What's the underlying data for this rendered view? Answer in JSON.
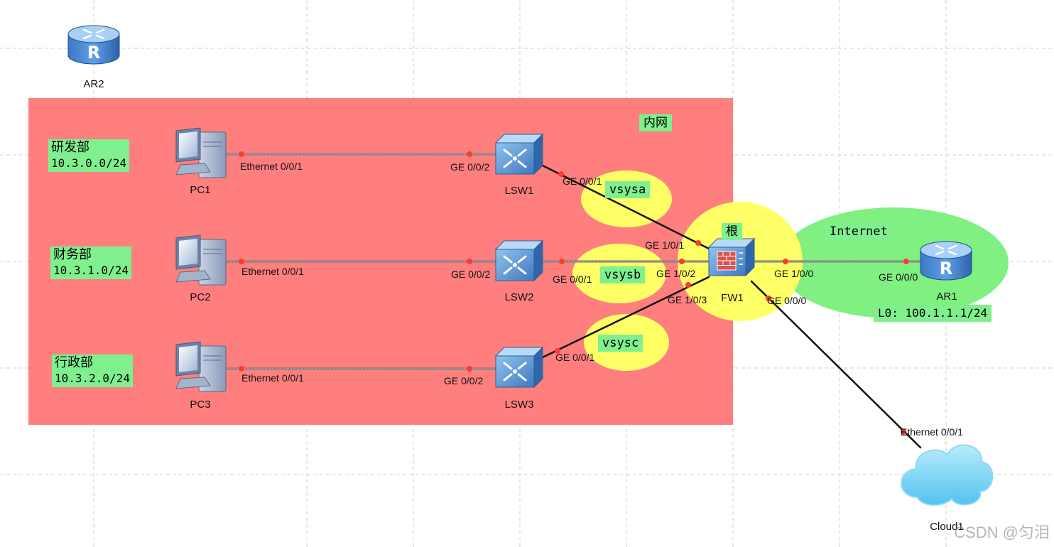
{
  "areas": {
    "inner": "内网",
    "internet": "Internet",
    "root": "根",
    "vsysa": "vsysa",
    "vsysb": "vsysb",
    "vsysc": "vsysc"
  },
  "departments": [
    {
      "name": "研发部",
      "network": "10.3.0.0/24"
    },
    {
      "name": "财务部",
      "network": "10.3.1.0/24"
    },
    {
      "name": "行政部",
      "network": "10.3.2.0/24"
    }
  ],
  "devices": {
    "ar2": "AR2",
    "pc1": "PC1",
    "pc2": "PC2",
    "pc3": "PC3",
    "lsw1": "LSW1",
    "lsw2": "LSW2",
    "lsw3": "LSW3",
    "fw1": "FW1",
    "ar1": "AR1",
    "cloud1": "Cloud1"
  },
  "ar1_loopback": "L0: 100.1.1.1/24",
  "ports": {
    "pc1_eth": "Ethernet 0/0/1",
    "lsw1_g2": "GE 0/0/2",
    "lsw1_g1": "GE 0/0/1",
    "pc2_eth": "Ethernet 0/0/1",
    "lsw2_g2": "GE 0/0/2",
    "lsw2_g1": "GE 0/0/1",
    "pc3_eth": "Ethernet 0/0/1",
    "lsw3_g2": "GE 0/0/2",
    "lsw3_g1": "GE 0/0/1",
    "fw_g101": "GE 1/0/1",
    "fw_g102": "GE 1/0/2",
    "fw_g103": "GE 1/0/3",
    "fw_g100": "GE 1/0/0",
    "fw_g000": "GE 0/0/0",
    "ar1_g000": "GE 0/0/0",
    "cloud_eth": "Ethernet 0/0/1"
  },
  "watermark": "CSDN @匀泪",
  "colors": {
    "inner_zone": "#ff7f7f",
    "internet_zone": "#80f080",
    "vsys_zone": "#ffff66",
    "label_bg": "#7ef08e",
    "port_dot": "#ff3b30",
    "grid": "#cfcfcf"
  }
}
